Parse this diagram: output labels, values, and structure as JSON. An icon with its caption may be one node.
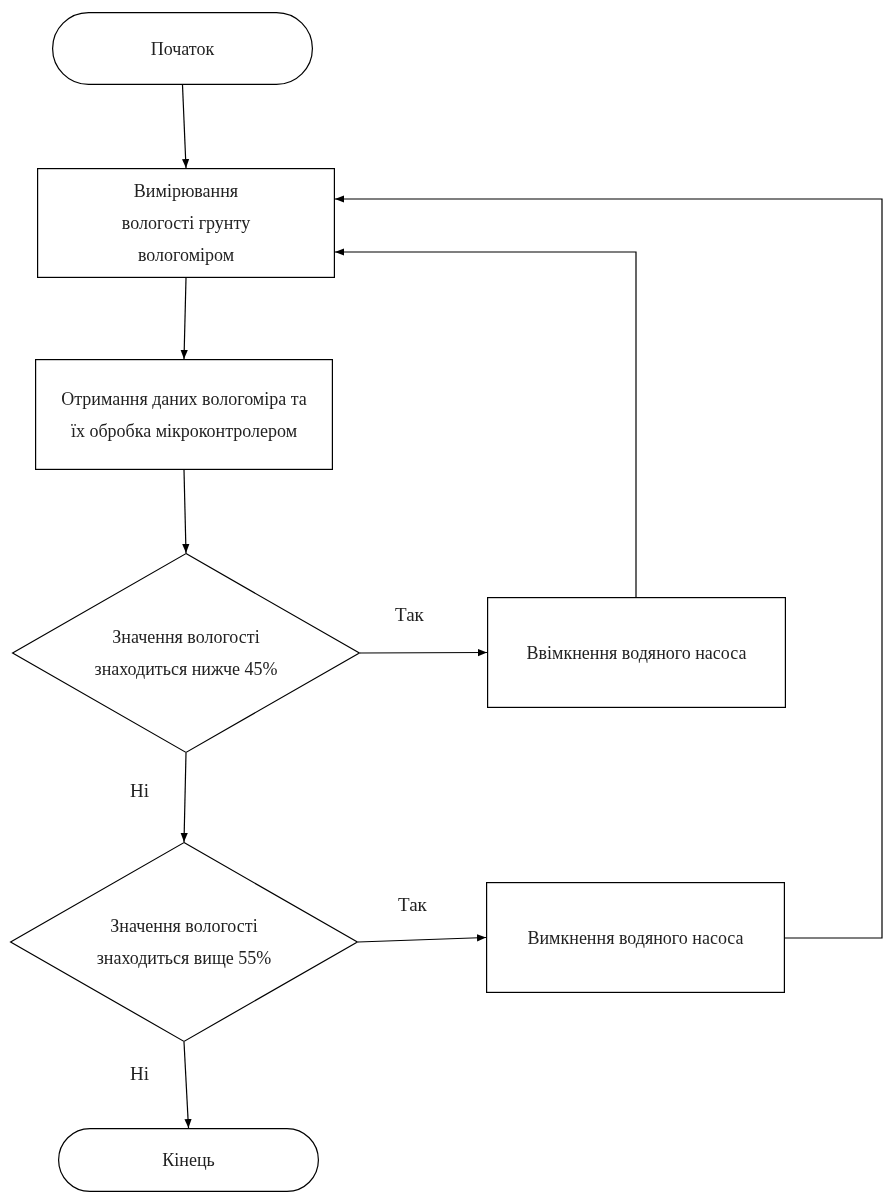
{
  "diagram": {
    "nodes": [
      {
        "text": [
          "Початок"
        ]
      },
      {
        "text": [
          "Вимірювання вологості грунту вологоміром"
        ]
      },
      {
        "text": [
          "Отримання даних вологоміра та їх обробка мікроконтролером"
        ]
      },
      {
        "text": [
          "Значення вологості знаходиться нижче 45%"
        ]
      },
      {
        "text": [
          "Ввімкнення водяного насоса"
        ]
      },
      {
        "text": [
          "Значення вологості знаходиться вище 55%"
        ]
      },
      {
        "text": [
          "Вимкнення водяного насоса"
        ]
      },
      {
        "text": [
          "Кінець"
        ]
      }
    ],
    "edges": [
      {
        "from": 0,
        "to": 1,
        "arrow": "to"
      },
      {
        "from": 1,
        "to": 2,
        "arrow": "to"
      },
      {
        "from": 2,
        "to": 3,
        "arrow": "to"
      },
      {
        "from": 3,
        "to": 4,
        "arrow": "to",
        "label": "Так"
      },
      {
        "from": 4,
        "to": 1,
        "arrow": "to"
      },
      {
        "from": 3,
        "to": 5,
        "arrow": "to",
        "label": "Ні"
      },
      {
        "from": 5,
        "to": 6,
        "arrow": "to",
        "label": "Так"
      },
      {
        "from": 6,
        "to": 1,
        "arrow": "to"
      },
      {
        "from": 5,
        "to": 7,
        "arrow": "to",
        "label": "Ні"
      }
    ]
  }
}
